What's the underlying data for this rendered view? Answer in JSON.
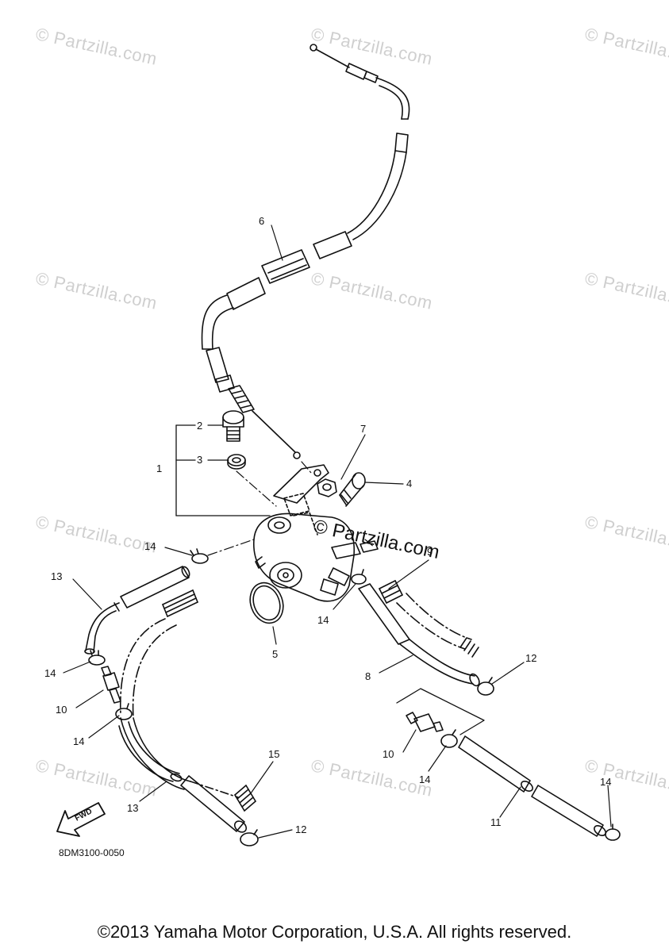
{
  "watermark_text": "© Partzilla.com",
  "center_watermark": "© Partzilla.com",
  "callouts": {
    "c1": "1",
    "c2": "2",
    "c3": "3",
    "c4": "4",
    "c5": "5",
    "c6": "6",
    "c7": "7",
    "c8": "8",
    "c9": "9",
    "c10a": "10",
    "c10b": "10",
    "c11": "11",
    "c12a": "12",
    "c12b": "12",
    "c13a": "13",
    "c13b": "13",
    "c14a": "14",
    "c14b": "14",
    "c14c": "14",
    "c14d": "14",
    "c14e": "14",
    "c14f": "14",
    "c15": "15"
  },
  "fwd_label": "FWD",
  "part_code": "8DM3100-0050",
  "copyright": "©2013 Yamaha Motor Corporation, U.S.A. All rights reserved."
}
